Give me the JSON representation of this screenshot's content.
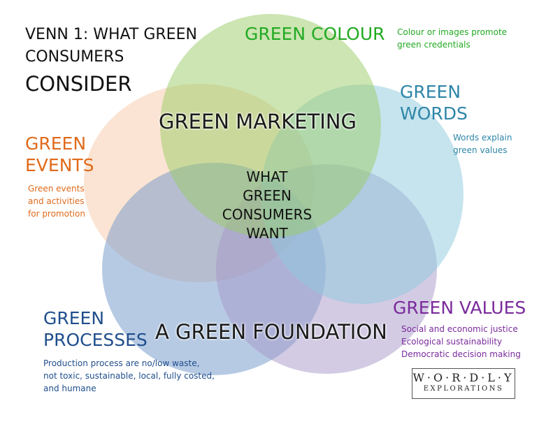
{
  "title": {
    "line1": "VENN 1: WHAT GREEN",
    "line2": "CONSUMERS",
    "line3": "CONSIDER"
  },
  "center": {
    "lines": [
      "WHAT",
      "GREEN",
      "CONSUMERS",
      "WANT"
    ]
  },
  "sets": [
    {
      "id": "green-colour",
      "label": [
        "GREEN COLOUR"
      ],
      "desc": [
        "Colour or images promote",
        "green credentials"
      ],
      "color": "#22aa22",
      "fill": "#99cc66"
    },
    {
      "id": "green-words",
      "label": [
        "GREEN",
        "WORDS"
      ],
      "desc": [
        "Words explain",
        "green values"
      ],
      "color": "#2e86a8",
      "fill": "#8ec9de"
    },
    {
      "id": "green-events",
      "label": [
        "GREEN",
        "EVENTS"
      ],
      "desc": [
        "Green events",
        "and activities",
        "for promotion"
      ],
      "color": "#e06a1a",
      "fill": "#f8caa8"
    },
    {
      "id": "green-processes",
      "label": [
        "GREEN",
        "PROCESSES"
      ],
      "desc": [
        "Production process are no/low waste,",
        "not toxic, sustainable, local, fully costed,",
        "and humane"
      ],
      "color": "#1f4e8c",
      "fill": "#6f95c9"
    },
    {
      "id": "green-values",
      "label": [
        "GREEN VALUES"
      ],
      "desc": [
        "Social and economic justice",
        "Ecological sustainability",
        "Democratic decision making"
      ],
      "color": "#7a2a9c",
      "fill": "#a698c8"
    }
  ],
  "regions": {
    "marketing": "GREEN MARKETING",
    "foundation": "A GREEN FOUNDATION"
  },
  "logo": {
    "line1": "W·O·R·D·L·Y",
    "line2": "EXPLORATIONS"
  }
}
